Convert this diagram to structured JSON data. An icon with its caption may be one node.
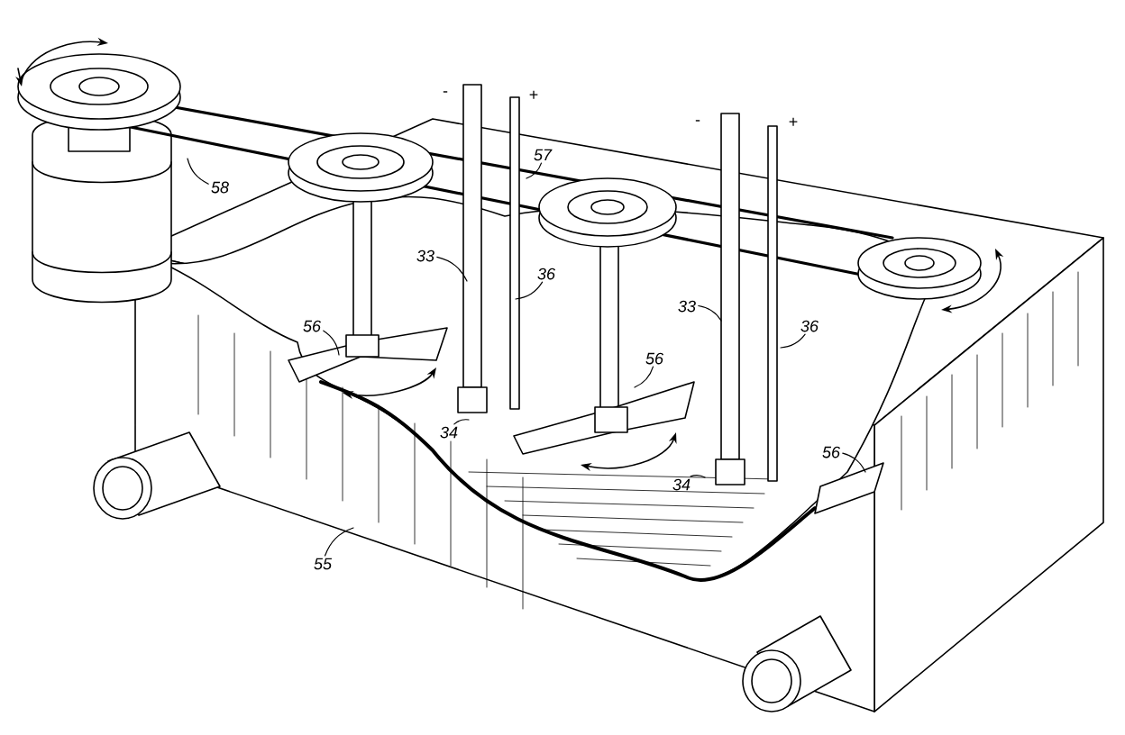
{
  "diagram": {
    "nodes": [
      {
        "text": [
          "58"
        ]
      },
      {
        "text": [
          "57"
        ]
      },
      {
        "text": [
          "33"
        ]
      },
      {
        "text": [
          "36"
        ]
      },
      {
        "text": [
          "56"
        ]
      },
      {
        "text": [
          "34"
        ]
      },
      {
        "text": [
          "33"
        ]
      },
      {
        "text": [
          "36"
        ]
      },
      {
        "text": [
          "56"
        ]
      },
      {
        "text": [
          "34"
        ]
      },
      {
        "text": [
          "56"
        ]
      },
      {
        "text": [
          "55"
        ]
      }
    ],
    "edges": [
      {
        "from": 0,
        "to": null,
        "arrow": "none"
      },
      {
        "from": 1,
        "to": null,
        "arrow": "none"
      },
      {
        "from": 2,
        "to": null,
        "arrow": "none"
      },
      {
        "from": 3,
        "to": null,
        "arrow": "none"
      },
      {
        "from": 4,
        "to": null,
        "arrow": "none"
      },
      {
        "from": 5,
        "to": null,
        "arrow": "none"
      },
      {
        "from": 6,
        "to": null,
        "arrow": "none"
      },
      {
        "from": 7,
        "to": null,
        "arrow": "none"
      },
      {
        "from": 8,
        "to": null,
        "arrow": "none"
      },
      {
        "from": 9,
        "to": null,
        "arrow": "none"
      },
      {
        "from": 10,
        "to": null,
        "arrow": "none"
      },
      {
        "from": 11,
        "to": null,
        "arrow": "none"
      }
    ],
    "labels": [
      "-",
      "+",
      "-",
      "+"
    ]
  }
}
